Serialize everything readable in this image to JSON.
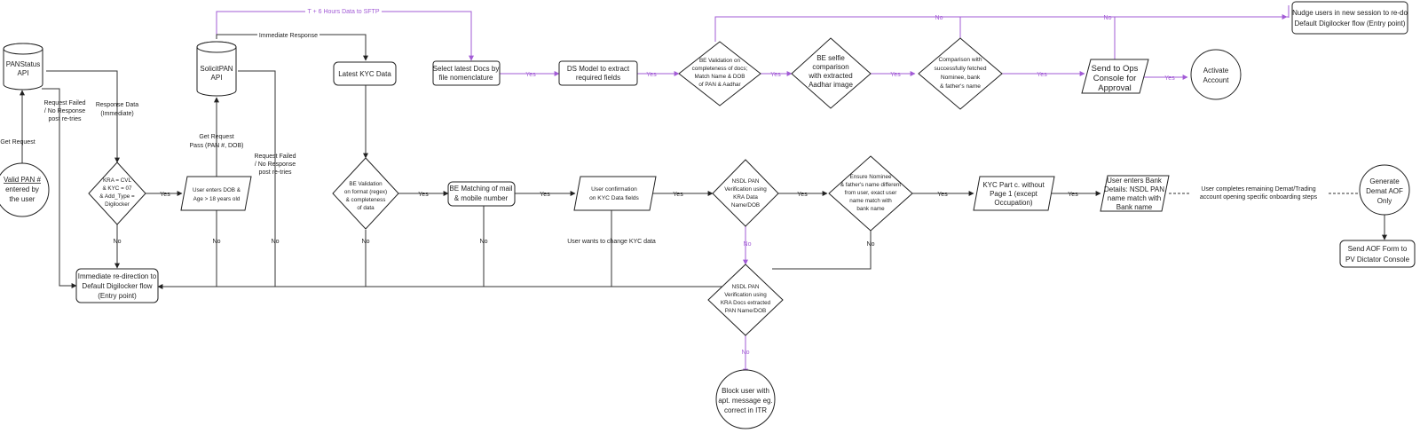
{
  "nodes": {
    "valid_pan": [
      "Valid PAN #",
      "entered by",
      "the user"
    ],
    "panstatus_api": [
      "PANStatus",
      "API"
    ],
    "solicitpan_api": [
      "SolicitPAN",
      "API"
    ],
    "latest_kyc": [
      "Latest KYC Data"
    ],
    "select_docs": [
      "Select latest Docs by",
      "file nomenclature"
    ],
    "ds_model": [
      "DS Model to extract",
      "required fields"
    ],
    "be_validation_docs": [
      "BE Validation on",
      "completeness of docs;",
      "Match Name & DOB",
      "of PAN & Aadhar"
    ],
    "be_selfie": [
      "BE selfie",
      "comparison",
      "with extracted",
      "Aadhar image"
    ],
    "comparison": [
      "Comparison with",
      "successfully fetched",
      "Nominee, bank",
      "& father's name"
    ],
    "send_ops": [
      "Send to Ops",
      "Console for",
      "Approval"
    ],
    "activate": [
      "Activate",
      "Account"
    ],
    "nudge": [
      "Nudge users in new session to re-do",
      "Default Digilocker flow (Entry point)"
    ],
    "kra_check": [
      "KRA = CVL",
      "& KYC = 07",
      "& Add_Type =",
      "Digilocker"
    ],
    "user_dob": [
      "User enters DOB &",
      "Age > 18 years old"
    ],
    "be_validation_format": [
      "BE Validation",
      "on format (regex)",
      "& completeness",
      "of data"
    ],
    "be_match_mail": [
      "BE Matching of mail",
      "& mobile number"
    ],
    "user_confirm": [
      "User confirmation",
      "on KYC Data fields"
    ],
    "nsdl_kra": [
      "NSDL PAN",
      "Verification using",
      "KRA Data",
      "Name/DOB"
    ],
    "ensure_nominee": [
      "Ensure Nominee",
      "& father's name different",
      "from user, exact user",
      "name  match with",
      "bank name"
    ],
    "kyc_part_c": [
      "KYC Part c. without",
      "Page 1 (except",
      "Occupation)"
    ],
    "user_bank": [
      "User enters Bank",
      "Details: NSDL PAN",
      "name match with",
      "Bank name"
    ],
    "generate_aof": [
      "Generate",
      "Demat AOF",
      "Only"
    ],
    "send_aof": [
      "Send AOF Form to",
      "PV Dictator Console"
    ],
    "redirect": [
      "Immediate re-direction to",
      "Default Digilocker flow",
      "(Entry point)"
    ],
    "nsdl_docs": [
      "NSDL PAN",
      "Verification using",
      "KRA Docs extracted",
      "PAN Name/DOB"
    ],
    "block_user": [
      "Block user with",
      "apt. message eg.",
      "correct in ITR"
    ]
  },
  "edges": {
    "t6_hours": "T + 6 Hours Data to SFTP",
    "immediate_response": "Immediate Response",
    "get_request": "Get Request",
    "response_data": [
      "Response Data",
      "(Immediate)"
    ],
    "req_failed_1": [
      "Request Failed",
      "/ No Response",
      "post re-tries"
    ],
    "get_request_pass": [
      "Get Request",
      "Pass (PAN #, DOB)"
    ],
    "req_failed_2": [
      "Request Failed",
      "/ No Response",
      "post re-tries"
    ],
    "remaining_steps": [
      "User completes remaining Demat/Trading",
      "account opening specific onboarding steps"
    ],
    "user_wants_change": "User wants to change KYC data",
    "yes": "Yes",
    "no": "No"
  },
  "colors": {
    "stroke": "#222222",
    "purple": "#a25bd6",
    "background": "#ffffff"
  }
}
